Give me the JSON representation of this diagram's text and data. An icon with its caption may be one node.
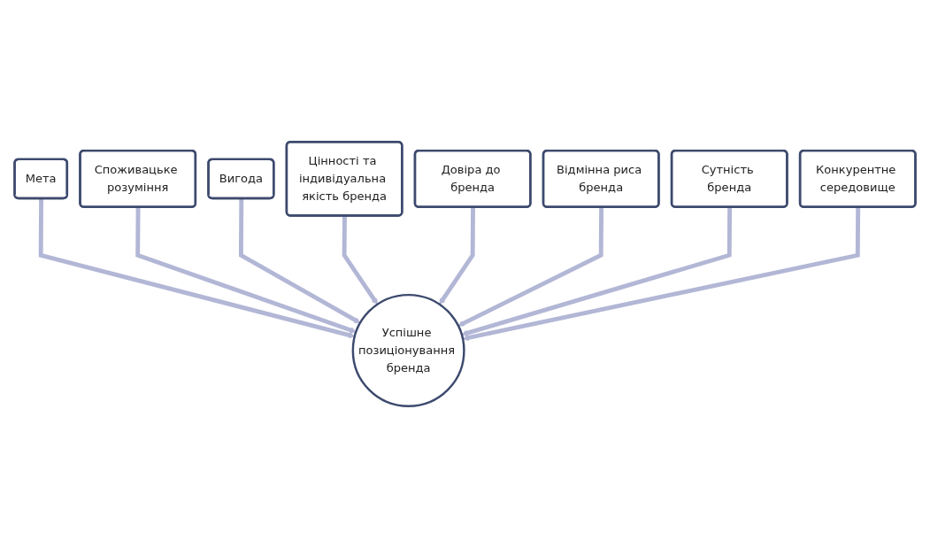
{
  "diagram": {
    "nodes": [
      {
        "text": [
          "Мета"
        ]
      },
      {
        "text": [
          "Споживацьке розуміння"
        ]
      },
      {
        "text": [
          "Вигода"
        ]
      },
      {
        "text": [
          "Цінності та індивідуальна якість бренда"
        ]
      },
      {
        "text": [
          "Довіра до бренда"
        ]
      },
      {
        "text": [
          "Відмінна риса бренда"
        ]
      },
      {
        "text": [
          "Сутність бренда"
        ]
      },
      {
        "text": [
          "Конкурентне середовище"
        ]
      },
      {
        "text": [
          "Успішне позиціонування бренда"
        ]
      }
    ],
    "edges": [
      {
        "from": 0,
        "to": 8,
        "arrow": "to"
      },
      {
        "from": 1,
        "to": 8,
        "arrow": "to"
      },
      {
        "from": 2,
        "to": 8,
        "arrow": "to"
      },
      {
        "from": 3,
        "to": 8,
        "arrow": "to"
      },
      {
        "from": 4,
        "to": 8,
        "arrow": "to"
      },
      {
        "from": 5,
        "to": 8,
        "arrow": "to"
      },
      {
        "from": 6,
        "to": 8,
        "arrow": "to"
      },
      {
        "from": 7,
        "to": 8,
        "arrow": "to"
      }
    ]
  }
}
